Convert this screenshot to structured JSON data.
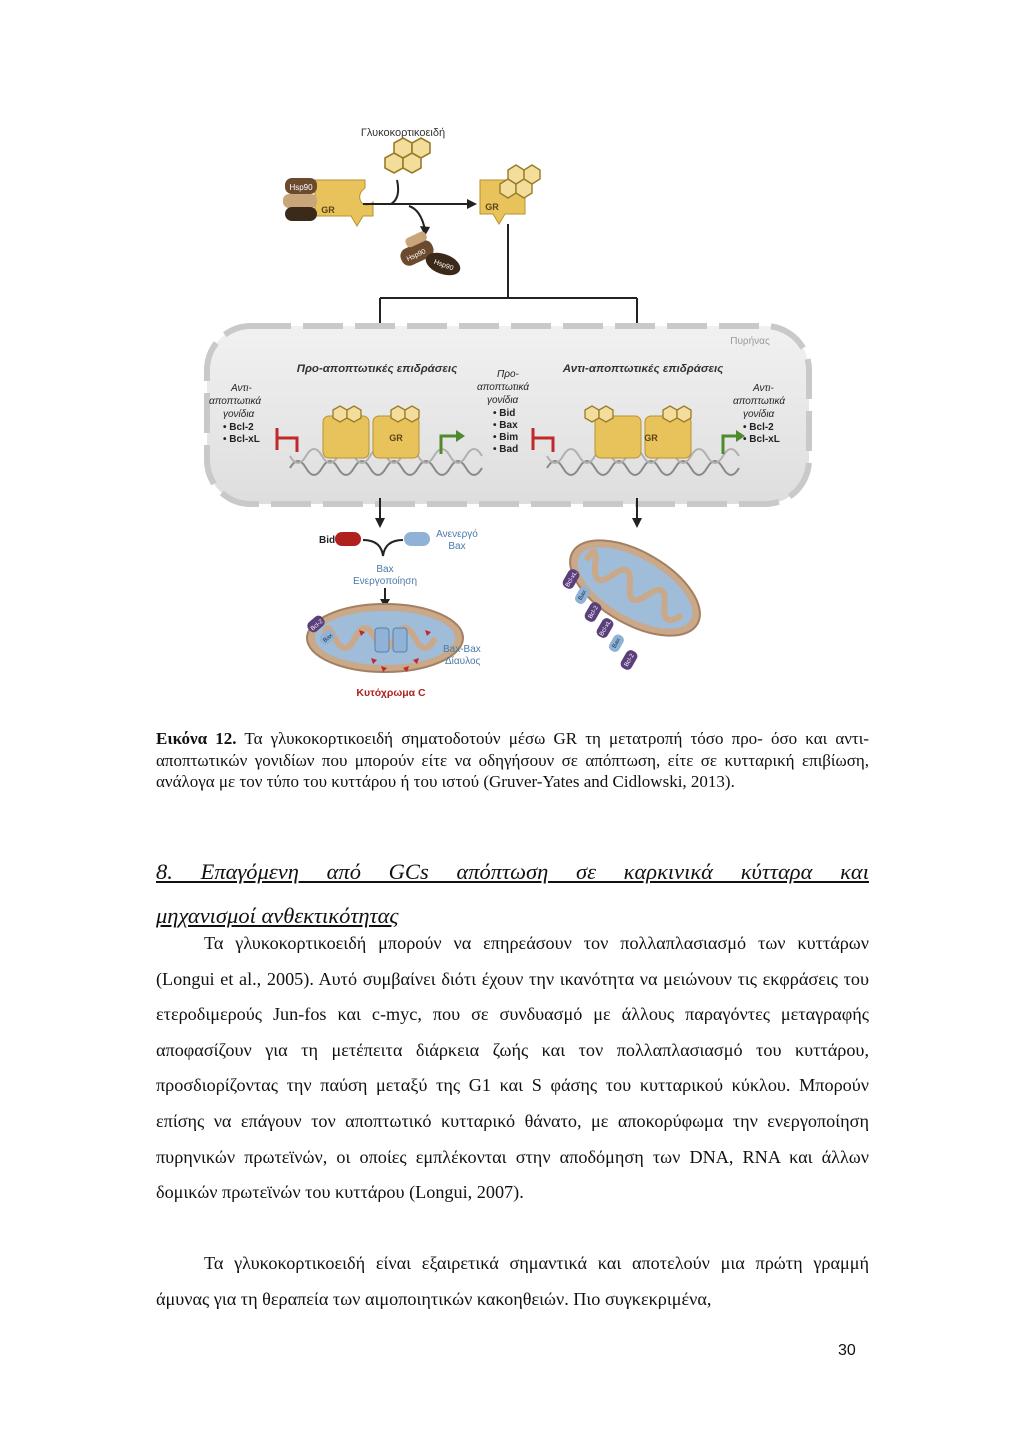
{
  "figure": {
    "top_label": "Γλυκοκορτικοειδή",
    "hsp90": "Hsp90",
    "gr": "GR",
    "nucleus": "Πυρήνας",
    "pro_effects": "Προ-αποπτωτικές επιδράσεις",
    "anti_effects": "Αντι-αποπτωτικές επιδράσεις",
    "left_genes": {
      "line1": "Αντι-",
      "line2": "αποπτωτικά",
      "line3": "γονίδια",
      "item1": "• Bcl-2",
      "item2": "• Bcl-xL"
    },
    "mid_genes": {
      "line1": "Προ-",
      "line2": "αποπτωτικά",
      "line3": "γονίδια",
      "item1": "• Bid",
      "item2": "• Bax",
      "item3": "• Bim",
      "item4": "• Bad"
    },
    "right_genes": {
      "line1": "Αντι-",
      "line2": "αποπτωτικά",
      "line3": "γονίδια",
      "item1": "• Bcl-2",
      "item2": "• Bcl-xL"
    },
    "bid": "Bid",
    "inactive_bax_1": "Ανενεργό",
    "inactive_bax_2": "Bax",
    "bax_activation_1": "Bax",
    "bax_activation_2": "Ενεργοποίηση",
    "channel_1": "Bax-Bax",
    "channel_2": "Δίαυλος",
    "cytochrome": "Κυτόχρωμα C",
    "bcl2": "Bcl-2",
    "bax": "Bax",
    "bclxl": "Bcl-xL",
    "colors": {
      "gr_gold": "#e8c25a",
      "hsp_brown": "#6b4a2e",
      "bid_red": "#b0211e",
      "bax_blue": "#8fb2d6",
      "inhibit_red": "#c0282a",
      "activate_green": "#4e8a2e",
      "nucleus_gray": "#e6e6e6"
    }
  },
  "caption": {
    "label": "Εικόνα 12.",
    "text": " Τα γλυκοκορτικοειδή σηματοδοτούν μέσω GR τη μετατροπή τόσο προ- όσο και αντι-αποπτωτικών γονιδίων που μπορούν είτε να οδηγήσουν σε απόπτωση, είτε σε κυτταρική επιβίωση, ανάλογα με τον τύπο του κυττάρου ή του ιστού (Gruver-Yates and Cidlowski, 2013)."
  },
  "section": {
    "line1": "8. Επαγόμενη από GCs απόπτωση σε καρκινικά κύτταρα και",
    "line2": "μηχανισμοί ανθεκτικότητας"
  },
  "paragraphs": [
    "Τα γλυκοκορτικοειδή μπορούν να επηρεάσουν τον πολλαπλασιασμό των κυττάρων (Longui et al., 2005). Αυτό συμβαίνει διότι έχουν την ικανότητα να μειώνουν τις εκφράσεις του ετεροδιμερούς Jun-fos και c-myc, που σε συνδυασμό με άλλους παραγόντες μεταγραφής αποφασίζουν για τη μετέπειτα διάρκεια ζωής και τον πολλαπλασιασμό του κυττάρου, προσδιορίζοντας την παύση μεταξύ της G1 και S φάσης του κυτταρικού κύκλου. Μπορούν επίσης να επάγουν τον αποπτωτικό κυτταρικό θάνατο, με αποκορύφωμα την ενεργοποίηση πυρηνικών πρωτεϊνών, οι οποίες εμπλέκονται στην αποδόμηση των DNA, RNA και άλλων δομικών πρωτεϊνών του κυττάρου (Longui, 2007).",
    "Τα γλυκοκορτικοειδή είναι εξαιρετικά σημαντικά και αποτελούν μια πρώτη γραμμή άμυνας για τη θεραπεία των αιμοποιητικών κακοηθειών. Πιο συγκεκριμένα,"
  ],
  "page_number": "30"
}
